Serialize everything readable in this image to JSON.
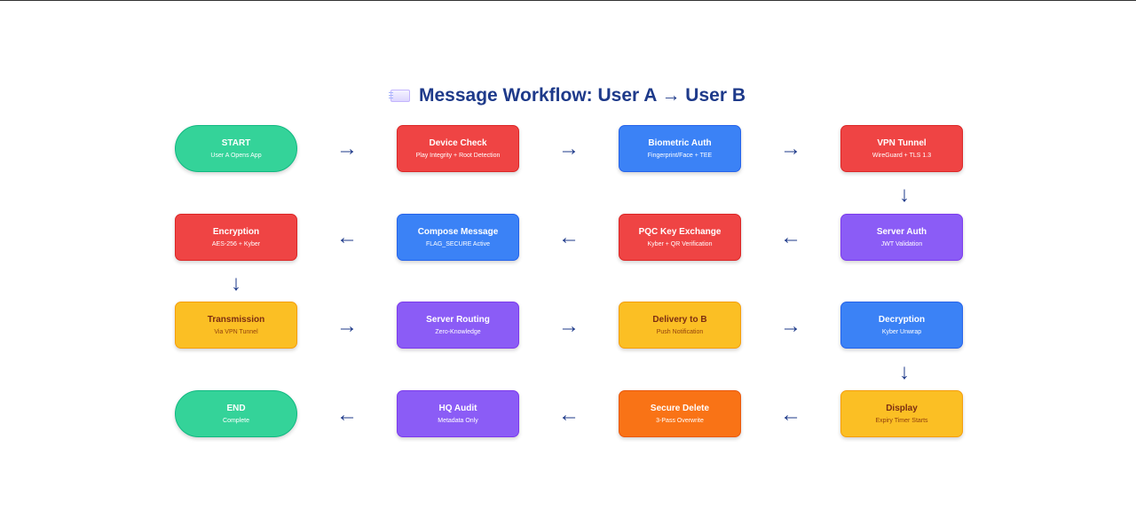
{
  "title": {
    "icon": "envelope-icon",
    "text": "Message Workflow: User A → User B"
  },
  "steps": [
    {
      "name": "START",
      "sub": "User A Opens App",
      "color": "#34d399",
      "shape": "pill"
    },
    {
      "name": "Device Check",
      "sub": "Play Integrity + Root Detection",
      "color": "#ef4444"
    },
    {
      "name": "Biometric Auth",
      "sub": "Fingerprint/Face + TEE",
      "color": "#3b82f6"
    },
    {
      "name": "VPN Tunnel",
      "sub": "WireGuard + TLS 1.3",
      "color": "#ef4444"
    },
    {
      "name": "Server Auth",
      "sub": "JWT Validation",
      "color": "#8b5cf6"
    },
    {
      "name": "PQC Key Exchange",
      "sub": "Kyber + QR Verification",
      "color": "#ef4444"
    },
    {
      "name": "Compose Message",
      "sub": "FLAG_SECURE Active",
      "color": "#3b82f6"
    },
    {
      "name": "Encryption",
      "sub": "AES-256 + Kyber",
      "color": "#ef4444"
    },
    {
      "name": "Transmission",
      "sub": "Via VPN Tunnel",
      "color": "#fbbf24"
    },
    {
      "name": "Server Routing",
      "sub": "Zero-Knowledge",
      "color": "#8b5cf6"
    },
    {
      "name": "Delivery to B",
      "sub": "Push Notification",
      "color": "#fbbf24"
    },
    {
      "name": "Decryption",
      "sub": "Kyber Unwrap",
      "color": "#3b82f6"
    },
    {
      "name": "Display",
      "sub": "Expiry Timer Starts",
      "color": "#fbbf24"
    },
    {
      "name": "Secure Delete",
      "sub": "3-Pass Overwrite",
      "color": "#f97316"
    },
    {
      "name": "HQ Audit",
      "sub": "Metadata Only",
      "color": "#8b5cf6"
    },
    {
      "name": "END",
      "sub": "Complete",
      "color": "#34d399",
      "shape": "pill"
    }
  ],
  "arrows": {
    "right": "→",
    "left": "←",
    "down": "↓"
  }
}
